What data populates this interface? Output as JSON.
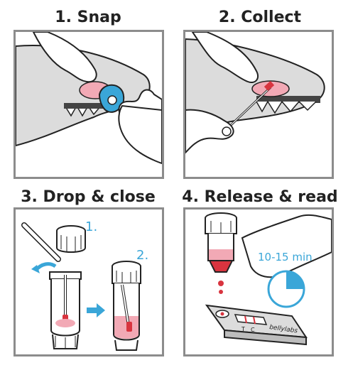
{
  "steps": [
    {
      "title": "1. Snap"
    },
    {
      "title": "2. Collect"
    },
    {
      "title": "3. Drop & close",
      "sub_labels": [
        "1.",
        "2."
      ]
    },
    {
      "title": "4. Release & read",
      "timer": "10-15 min",
      "test_markers": [
        "T",
        "C"
      ],
      "brand": "bellylabs"
    }
  ],
  "colors": {
    "accent_blue": "#3aa6d8",
    "sample_red": "#d8343f",
    "gum_pink": "#f2a9b5",
    "border_gray": "#8c8c8c",
    "skin_gray": "#dcdcdc"
  },
  "icons": [
    "hand-icon",
    "dog-mouth-icon",
    "swab-icon",
    "tube-icon",
    "cap-icon",
    "timer-icon",
    "test-cassette-icon"
  ]
}
